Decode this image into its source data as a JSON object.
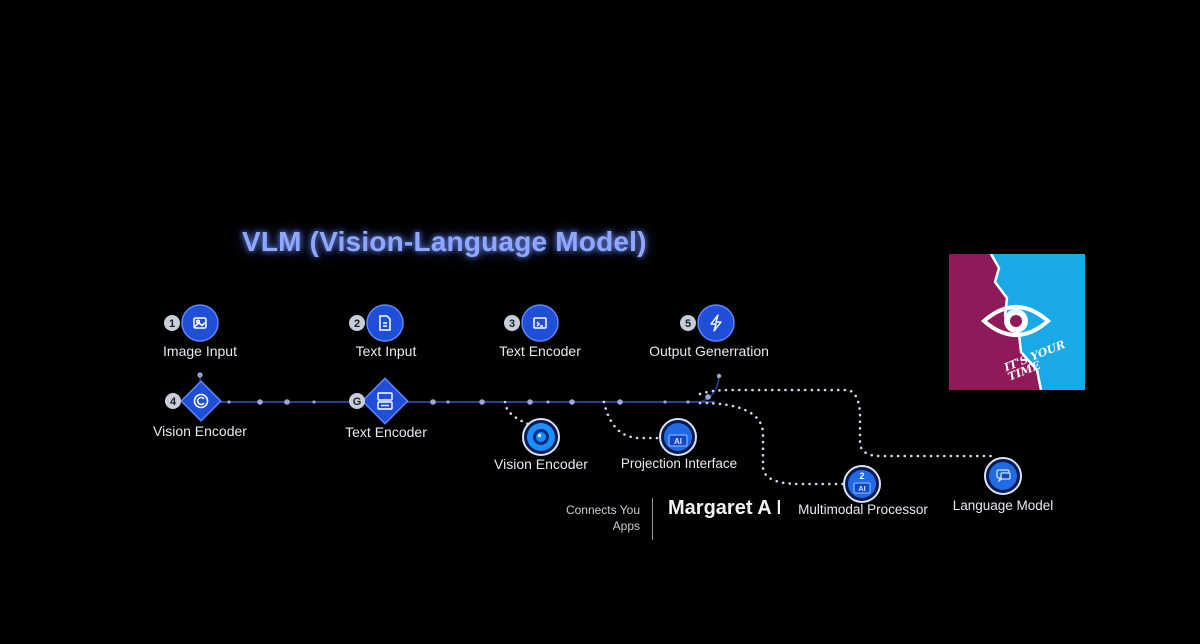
{
  "title": "VLM (Vision-Language Model)",
  "colors": {
    "title_glow": "#8fa7ff",
    "node_fill": "#1f4fd6",
    "node_ring": "#5f86ff",
    "flow_line": "#2a3f9a",
    "dotted_path": "#cfd6ea",
    "poster_magenta": "#8e1a5a",
    "poster_cyan": "#18a9e6"
  },
  "steps": [
    {
      "number": "1",
      "label": "Image Input",
      "icon": "image-icon"
    },
    {
      "number": "2",
      "label": "Text Input",
      "icon": "document-icon"
    },
    {
      "number": "3",
      "label": "Text Encoder",
      "icon": "terminal-icon"
    },
    {
      "number": "5",
      "label": "Output Generration",
      "icon": "lightning-icon"
    }
  ],
  "encoders": [
    {
      "badge": "4",
      "label": "Vision Encoder",
      "icon": "c-logo-icon"
    },
    {
      "badge": "G",
      "label": "Text Encoder",
      "icon": "stack-icon"
    }
  ],
  "branch_nodes": [
    {
      "label": "Vision Encoder",
      "icon": "eye-icon"
    },
    {
      "label": "Projection Interface",
      "icon": "ai-icon"
    },
    {
      "label": "Multimodal Processor",
      "icon": "ai-icon",
      "badge": "2"
    },
    {
      "label": "Language Model",
      "icon": "chat-icon"
    }
  ],
  "brand": {
    "tagline": "Connects You Apps",
    "name": "Margaret A Davis"
  },
  "poster": {
    "text": "IT'S YOUR TIME",
    "icon": "eye-icon"
  }
}
